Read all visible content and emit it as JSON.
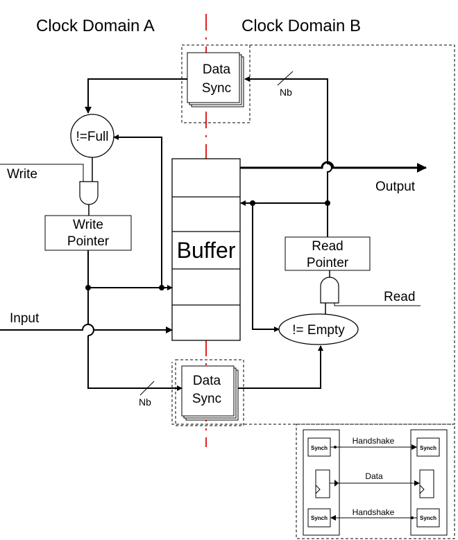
{
  "headers": {
    "domain_a": "Clock Domain A",
    "domain_b": "Clock Domain B"
  },
  "blocks": {
    "data_sync_top": [
      "Data",
      "Sync"
    ],
    "data_sync_bottom": [
      "Data",
      "Sync"
    ],
    "not_full": "!=Full",
    "write_pointer": [
      "Write",
      "Pointer"
    ],
    "read_pointer": [
      "Read",
      "Pointer"
    ],
    "buffer": "Buffer",
    "not_empty": "!= Empty"
  },
  "signals": {
    "write": "Write",
    "read": "Read",
    "input": "Input",
    "output": "Output",
    "bus_width_top": "Nb",
    "bus_width_bottom": "Nb"
  },
  "inset": {
    "synch_labels": [
      "Synch",
      "Synch",
      "Synch",
      "Synch"
    ],
    "handshake_top": "Handshake",
    "data": "Data",
    "handshake_bottom": "Handshake"
  }
}
